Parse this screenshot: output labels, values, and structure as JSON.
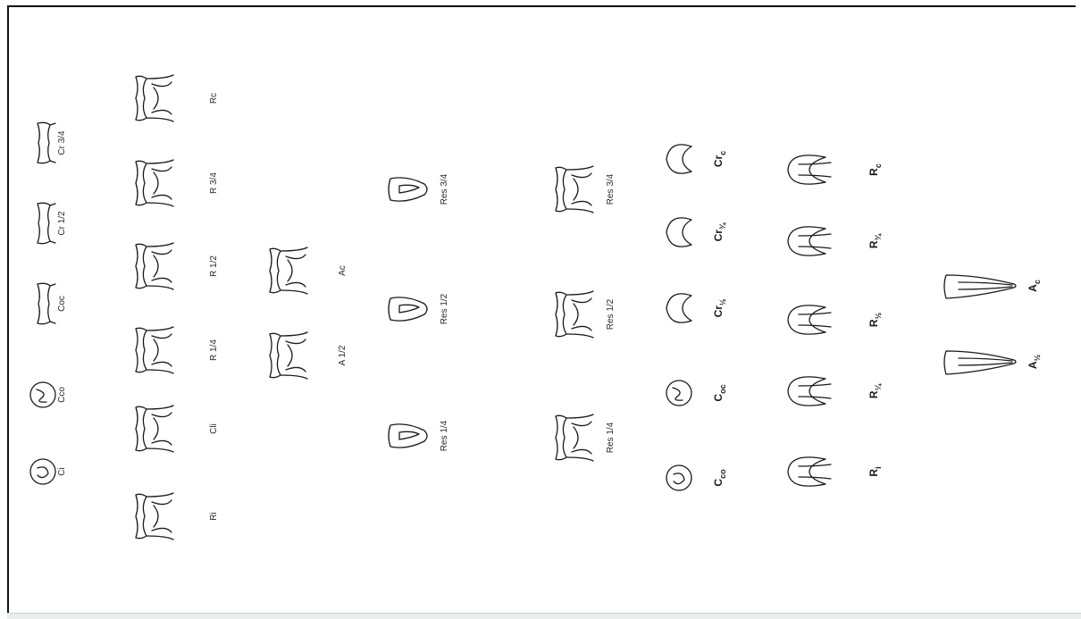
{
  "groups": [
    {
      "id": "single-root-developing",
      "items": [
        {
          "label": "Ci",
          "kind": "circle"
        },
        {
          "label": "Cco",
          "kind": "circle"
        },
        {
          "label": "Coc",
          "kind": "crown"
        },
        {
          "label": "Cr 1/2",
          "kind": "crown"
        },
        {
          "label": "Cr 3/4",
          "kind": "crown"
        }
      ]
    },
    {
      "id": "molar-root-stages",
      "items": [
        {
          "label": "Ri",
          "kind": "molar"
        },
        {
          "label": "Cli",
          "kind": "molar"
        },
        {
          "label": "R 1/4",
          "kind": "molar"
        },
        {
          "label": "R 1/2",
          "kind": "molar"
        },
        {
          "label": "R 3/4",
          "kind": "molar"
        },
        {
          "label": "Rc",
          "kind": "molar"
        }
      ]
    },
    {
      "id": "molar-apex-stages",
      "items": [
        {
          "label": "A 1/2",
          "kind": "molar"
        },
        {
          "label": "Ac",
          "kind": "molar"
        }
      ]
    },
    {
      "id": "single-root-resorption",
      "items": [
        {
          "label": "Res 1/4",
          "kind": "incisor"
        },
        {
          "label": "Res 1/2",
          "kind": "incisor"
        },
        {
          "label": "Res 3/4",
          "kind": "incisor"
        }
      ]
    },
    {
      "id": "molar-resorption",
      "items": [
        {
          "label": "Res 1/4",
          "kind": "molar"
        },
        {
          "label": "Res 1/2",
          "kind": "molar"
        },
        {
          "label": "Res 3/4",
          "kind": "molar"
        }
      ]
    },
    {
      "id": "incisor-crown-stages",
      "items": [
        {
          "label": "C",
          "sub": "co",
          "kind": "circle"
        },
        {
          "label": "C",
          "sub": "oc",
          "kind": "circle"
        },
        {
          "label": "Cr",
          "sub": "½",
          "kind": "cup"
        },
        {
          "label": "Cr",
          "sub": "¾",
          "kind": "cup"
        },
        {
          "label": "Cr",
          "sub": "c",
          "kind": "cup"
        }
      ]
    },
    {
      "id": "incisor-root-stages",
      "items": [
        {
          "label": "R",
          "sub": "i",
          "kind": "rootcup"
        },
        {
          "label": "R",
          "sub": "¼",
          "kind": "rootcup"
        },
        {
          "label": "R",
          "sub": "½",
          "kind": "rootcup"
        },
        {
          "label": "R",
          "sub": "¾",
          "kind": "rootcup"
        },
        {
          "label": "R",
          "sub": "c",
          "kind": "rootcup"
        }
      ]
    },
    {
      "id": "incisor-apex-stages",
      "items": [
        {
          "label": "A",
          "sub": "½",
          "kind": "longroot"
        },
        {
          "label": "A",
          "sub": "c",
          "kind": "longroot"
        }
      ]
    }
  ]
}
